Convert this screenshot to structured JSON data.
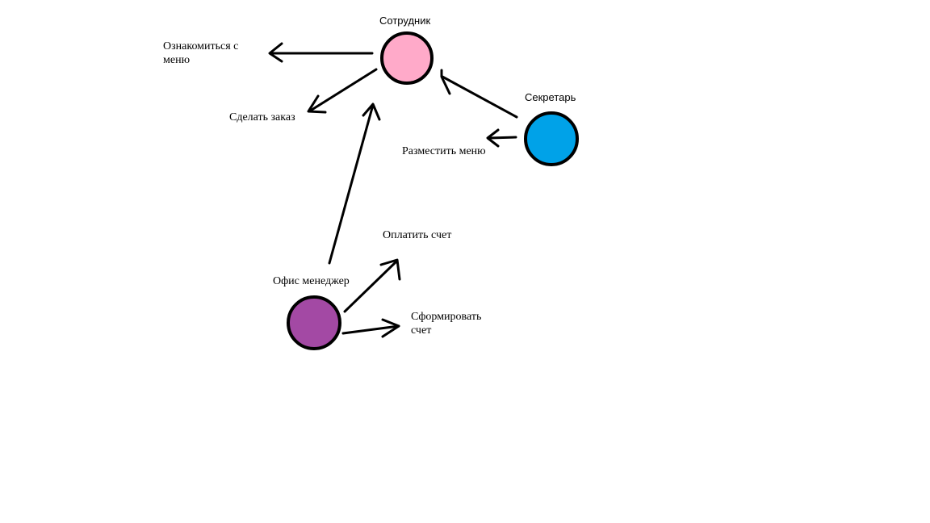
{
  "actors": {
    "employee": {
      "label": "Сотрудник",
      "color": "#ffaac9"
    },
    "secretary": {
      "label": "Секретарь",
      "color": "#00a2e8"
    },
    "office_manager": {
      "label": "Офис менеджер",
      "color": "#a349a4"
    }
  },
  "actions": {
    "view_menu": {
      "line1": "Ознакомиться с",
      "line2": "меню"
    },
    "make_order": {
      "label": "Сделать заказ"
    },
    "place_menu": {
      "label": "Разместить меню"
    },
    "pay_invoice": {
      "label": "Оплатить счет"
    },
    "create_invoice": {
      "line1": "Сформировать",
      "line2": "счет"
    }
  },
  "colors": {
    "stroke": "#000000",
    "background": "#ffffff"
  }
}
